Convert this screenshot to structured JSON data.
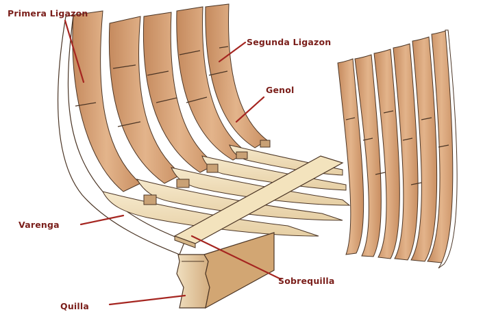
{
  "labels": {
    "primera_ligazon": "Primera Ligazon",
    "segunda_ligazon": "Segunda Ligazon",
    "genol": "Genol",
    "varenga": "Varenga",
    "sobrequilla": "Sobrequilla",
    "quilla": "Quilla"
  },
  "colors": {
    "label_text": "#7a1e1a",
    "leader_line": "#a52520",
    "timber_tan": "#d9a37a",
    "timber_light": "#f2e2c2",
    "outline": "#4a3424"
  }
}
